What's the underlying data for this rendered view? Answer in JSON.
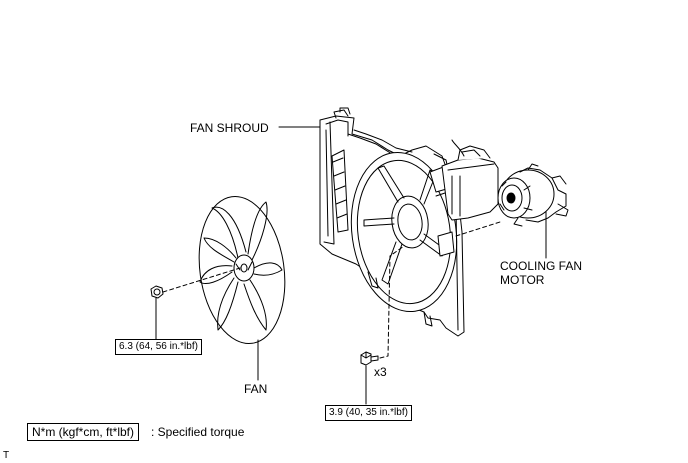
{
  "labels": {
    "fan_shroud": "FAN SHROUD",
    "cooling_fan_motor_line1": "COOLING FAN",
    "cooling_fan_motor_line2": "MOTOR",
    "fan": "FAN",
    "quantity": "x3",
    "corner_mark": "T"
  },
  "torque": {
    "nut": "6.3 (64, 56 in.*lbf)",
    "bolts": "3.9 (40, 35 in.*lbf)"
  },
  "legend": {
    "units": "N*m (kgf*cm, ft*lbf)",
    "description": ": Specified torque"
  }
}
